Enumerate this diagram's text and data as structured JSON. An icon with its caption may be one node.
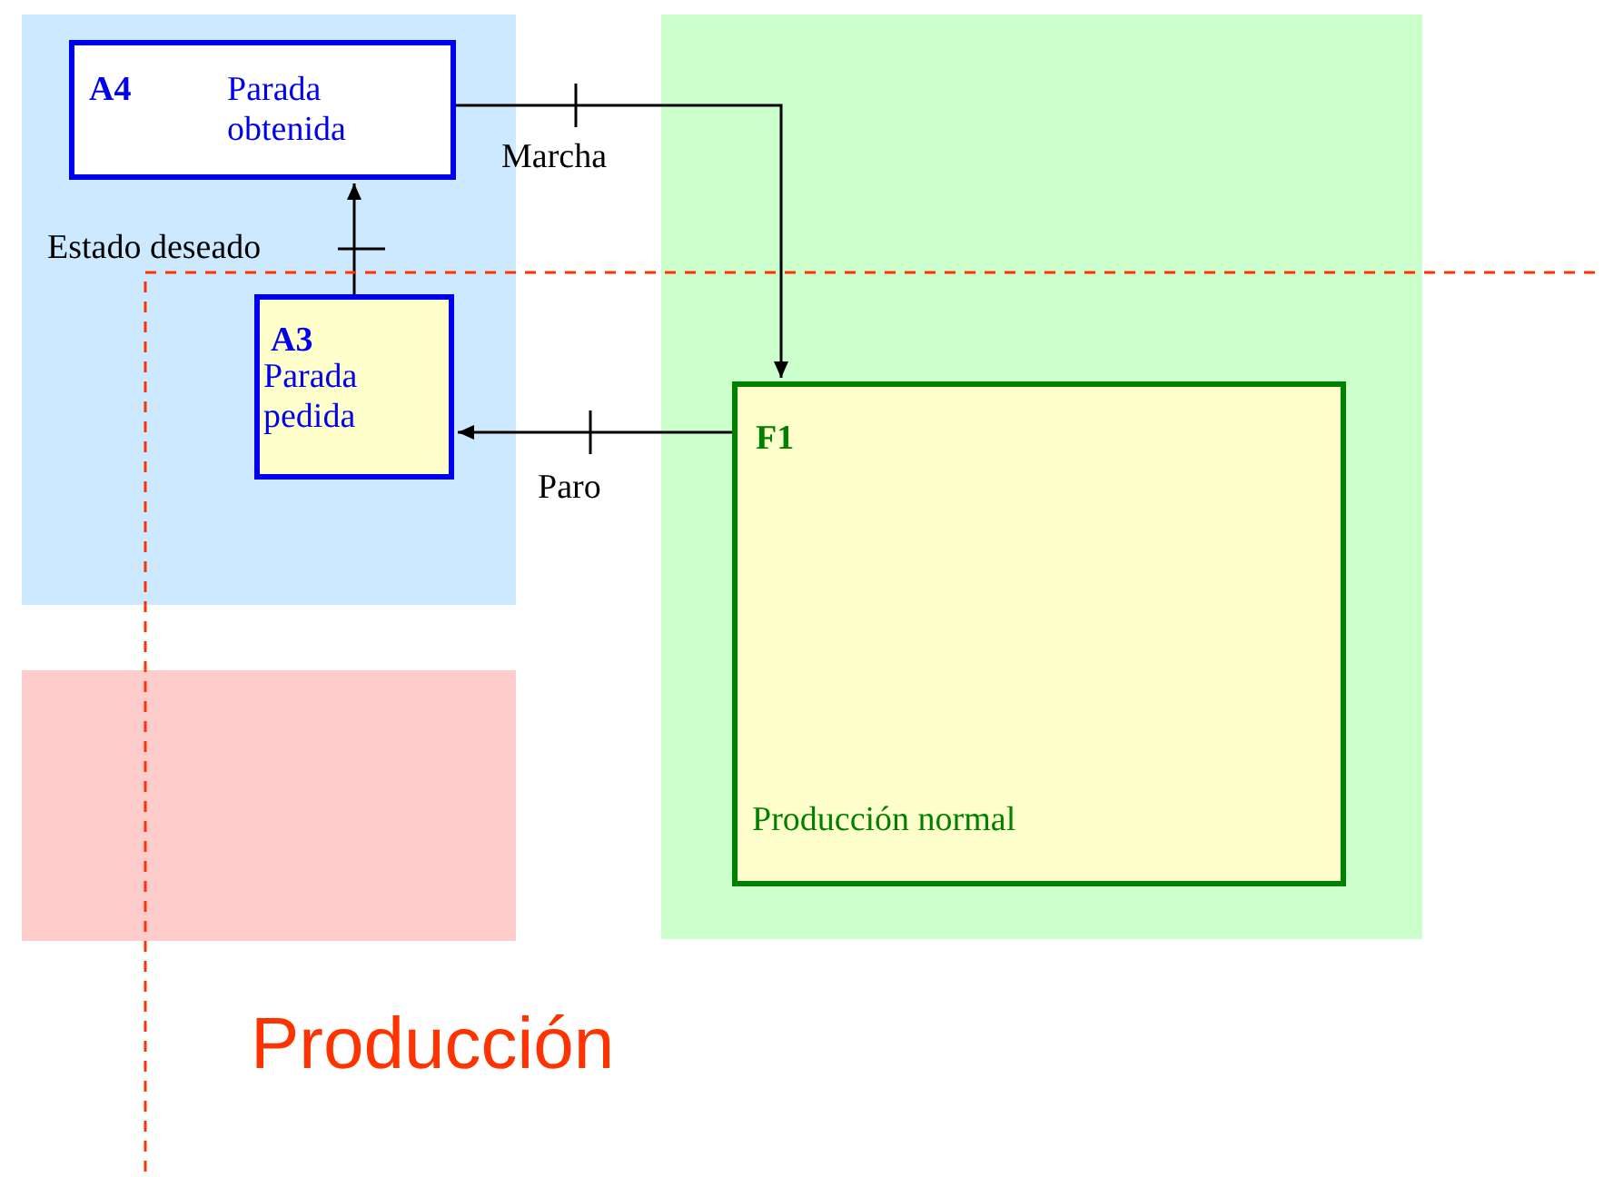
{
  "diagram": {
    "nodes": [
      {
        "text": [],
        "shape": "box"
      },
      {
        "text": [
          "A4",
          "Parada obtenida"
        ],
        "in": 0
      },
      {
        "text": [
          "A3",
          "Parada pedida"
        ],
        "in": 0
      },
      {
        "text": [],
        "shape": "box"
      },
      {
        "text": [],
        "shape": "box"
      },
      {
        "text": [
          "F1",
          "Producción normal"
        ],
        "in": 4
      }
    ],
    "edges": [
      {
        "from": 1,
        "to": 5,
        "arrow": "to",
        "label": "Marcha"
      },
      {
        "from": 5,
        "to": 2,
        "arrow": "to",
        "label": "Paro"
      },
      {
        "from": 2,
        "to": 1,
        "arrow": "to",
        "label": "Estado deseado"
      }
    ],
    "labels": [
      "Producción"
    ]
  }
}
